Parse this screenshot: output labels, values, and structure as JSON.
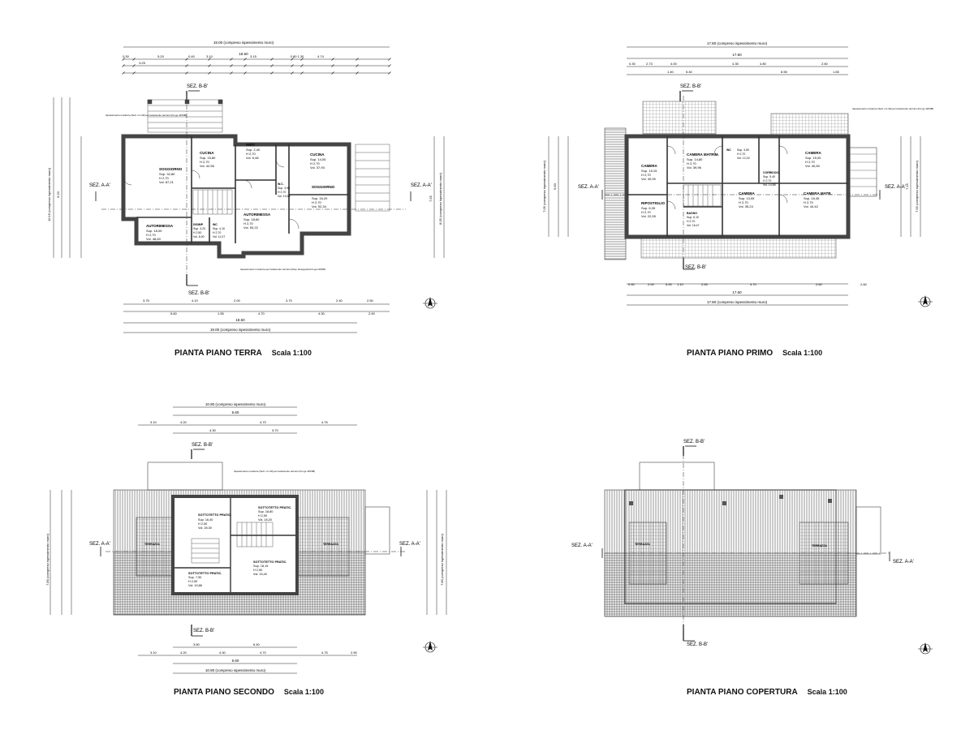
{
  "colors": {
    "line": "#1a1a1a",
    "wall": "#555555",
    "hatch": "#6a6a6a"
  },
  "common": {
    "sez_aa": "SEZ. A-A'",
    "sez_bb": "SEZ. B-B'",
    "scale": "Scala 1:100",
    "north_icon": "north-arrow-icon"
  },
  "plans": [
    {
      "title": "PIANTA PIANO TERRA",
      "dims_top": [
        "19.00 (compreso ispessimento muro)",
        "18.60",
        "3.25",
        "5.20",
        "3.10",
        "0.40",
        "3.15",
        "0.80 1.30",
        "4.74",
        "0.30"
      ],
      "dims_bottom": [
        "3.75",
        "4.10",
        "2.00",
        "3.70",
        "2.40",
        "2.50",
        "5.60",
        "1.55",
        "4.70",
        "4.30",
        "2.90",
        "18.60",
        "19.00 (compreso ispessimento muro)"
      ],
      "dims_side": [
        "10.16 (compreso ispessimento muro)",
        "9.20",
        "8.05 (compreso ispessimento muro)",
        "7.55"
      ],
      "rooms": [
        {
          "name": "SOGGIORNO",
          "l1": "Sup. 32,80",
          "l2": "H 2,70",
          "l3": "Vol. 87,21"
        },
        {
          "name": "CUCINA",
          "l1": "Sup. 15,80",
          "l2": "H 2,70",
          "l3": "Vol. 42,56"
        },
        {
          "name": "ANTI",
          "l1": "Sup. 2,40",
          "l2": "H 2,70",
          "l3": "Vol. 6,48"
        },
        {
          "name": "CUCINA",
          "l1": "Sup. 14,05",
          "l2": "H 2,70",
          "l3": "Vol. 37,93"
        },
        {
          "name": "AUTORIMESSA",
          "l1": "Sup. 18,00",
          "l2": "H 2,70",
          "l3": "Vol. 48,60"
        },
        {
          "name": "DISIMP.",
          "l1": "Sup. 3,20",
          "l2": "H 2,50",
          "l3": "Vol. 8,00"
        },
        {
          "name": "WC",
          "l1": "Sup. 4,10",
          "l2": "H 2,70",
          "l3": "Vol. 11,07"
        },
        {
          "name": "AUTORIMESSA",
          "l1": "Sup. 18,60",
          "l2": "H 2,70",
          "l3": "Vol. 50,22"
        },
        {
          "name": "SOGGIORNO",
          "l1": "Sup. 34,20",
          "l2": "H 2,70",
          "l3": "Vol. 92,34"
        },
        {
          "name": "W.C.",
          "l1": "Sup. 3,90",
          "l2": "H 2,70",
          "l3": "Vol. 10,53"
        }
      ],
      "notes": [
        "Ispessimento murature (Sett. cm 40) per isolamento termico (D.Lgs 115/08)",
        "Ispessimento murature per isolamento termico (Disp. Energetica D.Lgs 115/08)"
      ]
    },
    {
      "title": "PIANTA PIANO PRIMO",
      "dims_top": [
        "17.80 (compreso ispessimento muro)",
        "17.60",
        "2.73",
        "5.40",
        "4.00",
        "4.35",
        "4.80",
        "2.60",
        "1.40",
        "6.55",
        "1.65",
        "0.30"
      ],
      "dims_bottom": [
        "0.40",
        "2.00",
        "5.00",
        "1.10",
        "2.65",
        "4.70",
        "2.60",
        "2.60",
        "17.60",
        "17.80 (compreso ispessimento muro)"
      ],
      "dims_side": [
        "7.05 (compreso ispessimento muro)",
        "6.60",
        "7.55 (compreso ispessimento muro)",
        "7.15"
      ],
      "rooms": [
        {
          "name": "CAMERA",
          "l1": "Sup. 15,15",
          "l2": "H 2,70",
          "l3": "Vol. 40,90"
        },
        {
          "name": "CAMERA MATRIM.",
          "l1": "Sup. 14,80",
          "l2": "H 2,70",
          "l3": "Vol. 39,96"
        },
        {
          "name": "WC",
          "l1": "Sup. 4,50",
          "l2": "H 2,70",
          "l3": "Vol. 12,15"
        },
        {
          "name": "CAMERA",
          "l1": "Sup. 15,00",
          "l2": "H 2,70",
          "l3": "Vol. 40,50"
        },
        {
          "name": "CORRIDOIO",
          "l1": "Sup. 5,40",
          "l2": "H 2,70",
          "l3": "Vol. 14,58"
        },
        {
          "name": "RIPOSTIGLIO",
          "l1": "Sup. 8,35",
          "l2": "H 2,70",
          "l3": "Vol. 22,55"
        },
        {
          "name": "CAMERA",
          "l1": "Sup. 13,05",
          "l2": "H 2,70",
          "l3": "Vol. 35,24"
        },
        {
          "name": "CAMERA MATR.",
          "l1": "Sup. 16,45",
          "l2": "H 2,70",
          "l3": "Vol. 44,42"
        },
        {
          "name": "BAGNO",
          "l1": "Sup. 6,10",
          "l2": "H 2,70",
          "l3": "Vol. 16,47"
        }
      ],
      "notes": [
        "Ispessimento murature (Sett. cm 40) per isolamento termico (D.Lgs 115/08)"
      ]
    },
    {
      "title": "PIANTA PIANO SECONDO",
      "dims_top": [
        "10.90 (compreso ispessimento muro)",
        "6.60",
        "3.10",
        "4.20",
        "4.30",
        "4.70",
        "3.70",
        "4.75"
      ],
      "dims_bottom": [
        "3.60",
        "6.40",
        "3.10",
        "4.20",
        "4.30",
        "4.70",
        "4.75",
        "2.90",
        "6.60",
        "10.90 (compreso ispessimento muro)"
      ],
      "dims_side": [
        "7.80 (compreso ispessimento muro)",
        "7.80 (compreso ispessimento muro)"
      ],
      "rooms": [
        {
          "name": "SOTTOTETTO PRATIC.",
          "l1": "Sup. 16,40",
          "l2": "H 2,50",
          "l3": "Vol. 28,30"
        },
        {
          "name": "SOTTOTETTO PRATIC.",
          "l1": "Sup. 18,80",
          "l2": "H 2,50",
          "l3": "Vol. 18,20"
        },
        {
          "name": "SOTTOTETTO PRATIC.",
          "l1": "Sup. 18,15",
          "l2": "H 2,50",
          "l3": "Vol. 15,40"
        },
        {
          "name": "SOTTOTETTO PRATIC.",
          "l1": "Sup. 7,90",
          "l2": "H 2,50",
          "l3": "Vol. 19,86"
        },
        {
          "name": "TERRAZZA",
          "l1": "",
          "l2": "",
          "l3": ""
        },
        {
          "name": "TERRAZZA",
          "l1": "",
          "l2": "",
          "l3": ""
        }
      ],
      "notes": [
        "Ispessimento murature (Sett. cm 40) per isolamento termico (D.Lgs 115/08)"
      ]
    },
    {
      "title": "PIANTA PIANO COPERTURA",
      "dims_top": [],
      "dims_bottom": [],
      "dims_side": [],
      "rooms": [
        {
          "name": "TERRAZZA",
          "l1": "",
          "l2": "",
          "l3": ""
        },
        {
          "name": "TERRAZZA",
          "l1": "",
          "l2": "",
          "l3": ""
        }
      ],
      "notes": []
    }
  ]
}
